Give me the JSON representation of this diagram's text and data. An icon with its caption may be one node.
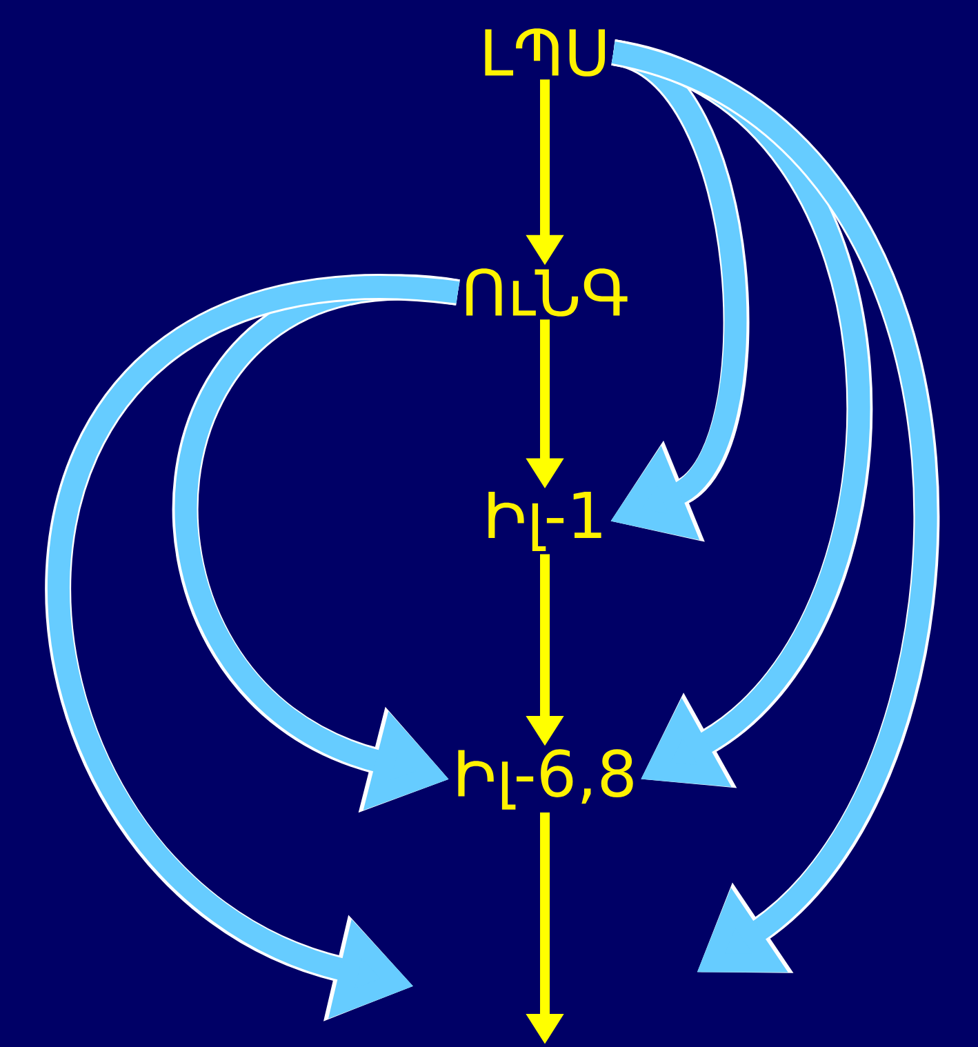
{
  "diagram": {
    "nodes": [
      {
        "text": [
          "ԼՊՍ"
        ]
      },
      {
        "text": [
          "ՈւՆԳ"
        ]
      },
      {
        "text": [
          "Իլ-1"
        ]
      },
      {
        "text": [
          "Իլ-6,8"
        ]
      }
    ],
    "edges": [
      {
        "from": 0,
        "to": 1,
        "arrow": "to",
        "color": "#ffff00"
      },
      {
        "from": 1,
        "to": 2,
        "arrow": "to",
        "color": "#ffff00"
      },
      {
        "from": 2,
        "to": 3,
        "arrow": "to",
        "color": "#ffff00"
      },
      {
        "from": 3,
        "to": null,
        "arrow": "to",
        "color": "#ffff00"
      },
      {
        "from": 0,
        "to": 2,
        "arrow": "to"
      },
      {
        "from": 0,
        "to": 3,
        "arrow": "to"
      },
      {
        "from": 0,
        "to": null,
        "arrow": "to"
      },
      {
        "from": 1,
        "to": 3,
        "arrow": "to"
      },
      {
        "from": 1,
        "to": null,
        "arrow": "to"
      }
    ]
  }
}
